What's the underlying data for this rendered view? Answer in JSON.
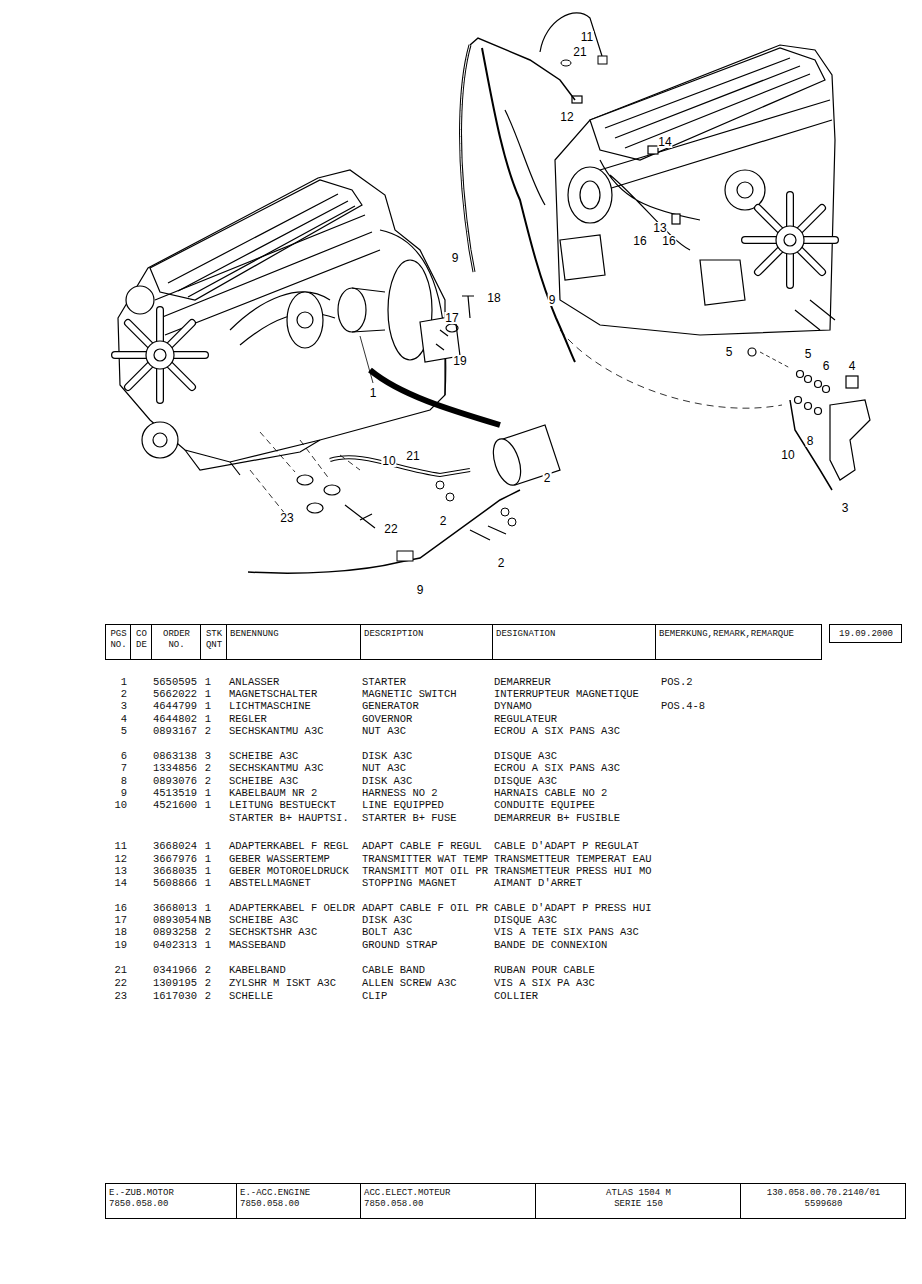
{
  "diagram": {
    "nodes": [
      {
        "text": [
          "PGS NO."
        ]
      },
      {
        "text": [
          "CO DE"
        ]
      },
      {
        "text": [
          "ORDER NO."
        ]
      },
      {
        "text": [
          "STK QNT"
        ]
      },
      {
        "text": [
          "BENENNUNG"
        ]
      },
      {
        "text": [
          "DESCRIPTION"
        ]
      },
      {
        "text": [
          "DESIGNATION"
        ]
      },
      {
        "text": [
          "BEMERKUNG,REMARK,REMARQUE"
        ]
      },
      {
        "text": [
          "19.09.2000"
        ]
      },
      {
        "text": [
          "E.-ZUB.MOTOR",
          "7850.058.00"
        ]
      },
      {
        "text": [
          "E.-ACC.ENGINE",
          "7850.058.00"
        ]
      },
      {
        "text": [
          "ACC.ELECT.MOTEUR",
          "7850.058.00"
        ]
      },
      {
        "text": [
          "ATLAS 1504 M",
          "SERIE 150"
        ]
      },
      {
        "text": [
          "130.058.00.70.2140/01",
          "5599680"
        ]
      }
    ],
    "labels": [
      "11",
      "21",
      "12",
      "14",
      "13",
      "16",
      "16",
      "9",
      "18",
      "9",
      "17",
      "19",
      "5",
      "5",
      "6",
      "4",
      "1",
      "8",
      "10",
      "21",
      "10",
      "2",
      "3",
      "23",
      "2",
      "22",
      "2",
      "9",
      "1",
      "5650595",
      "1",
      "ANLASSER",
      "STARTER",
      "DEMARREUR",
      "POS.2",
      "2",
      "5662022",
      "1",
      "MAGNETSCHALTER",
      "MAGNETIC SWITCH",
      "INTERRUPTEUR MAGNETIQUE",
      "3",
      "4644799",
      "1",
      "LICHTMASCHINE",
      "GENERATOR",
      "DYNAMO",
      "POS.4-8",
      "4",
      "4644802",
      "1",
      "REGLER",
      "GOVERNOR",
      "REGULATEUR",
      "5",
      "0893167",
      "2",
      "SECHSKANTMU A3C",
      "NUT A3C",
      "ECROU A SIX PANS A3C",
      "6",
      "0863138",
      "3",
      "SCHEIBE A3C",
      "DISK A3C",
      "DISQUE A3C",
      "7",
      "1334856",
      "2",
      "SECHSKANTMU A3C",
      "NUT A3C",
      "ECROU A SIX PANS A3C",
      "8",
      "0893076",
      "2",
      "SCHEIBE A3C",
      "DISK A3C",
      "DISQUE A3C",
      "9",
      "4513519",
      "1",
      "KABELBAUM NR 2",
      "HARNESS NO 2",
      "HARNAIS CABLE NO 2",
      "10",
      "4521600",
      "1",
      "LEITUNG BESTUECKT",
      "LINE EQUIPPED",
      "CONDUITE EQUIPEE",
      "STARTER B+ HAUPTSI.",
      "STARTER B+ FUSE",
      "DEMARREUR B+ FUSIBLE",
      "11",
      "3668024",
      "1",
      "ADAPTERKABEL F REGL",
      "ADAPT CABLE F REGUL",
      "CABLE D'ADAPT P REGULAT",
      "12",
      "3667976",
      "1",
      "GEBER WASSERTEMP",
      "TRANSMITTER WAT TEMP",
      "TRANSMETTEUR TEMPERAT EAU",
      "13",
      "3668035",
      "1",
      "GEBER MOTOROELDRUCK",
      "TRANSMITT MOT OIL PR",
      "TRANSMETTEUR PRESS HUI MO",
      "14",
      "5608866",
      "1",
      "ABSTELLMAGNET",
      "STOPPING MAGNET",
      "AIMANT D'ARRET",
      "16",
      "3668013",
      "1",
      "ADAPTERKABEL F OELDR",
      "ADAPT CABLE F OIL PR",
      "CABLE D'ADAPT P PRESS HUI",
      "17",
      "0893054",
      "NB",
      "SCHEIBE A3C",
      "DISK A3C",
      "DISQUE A3C",
      "18",
      "0893258",
      "2",
      "SECHSKTSHR A3C",
      "BOLT A3C",
      "VIS A TETE SIX PANS A3C",
      "19",
      "0402313",
      "1",
      "MASSEBAND",
      "GROUND STRAP",
      "BANDE DE CONNEXION",
      "21",
      "0341966",
      "2",
      "KABELBAND",
      "CABLE BAND",
      "RUBAN POUR CABLE",
      "22",
      "1309195",
      "2",
      "ZYLSHR M ISKT A3C",
      "ALLEN SCREW A3C",
      "VIS A SIX PA A3C",
      "23",
      "1617030",
      "2",
      "SCHELLE",
      "CLIP",
      "COLLIER"
    ]
  }
}
